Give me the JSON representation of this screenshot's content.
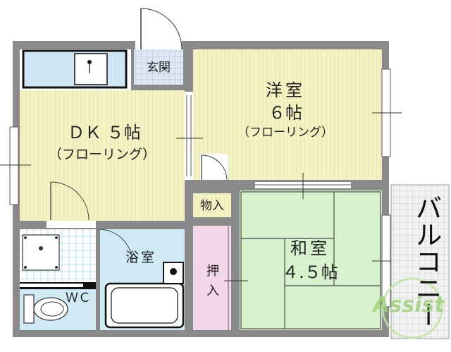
{
  "rooms": {
    "entrance": "玄関",
    "dk_title": "ＤＫ ５帖",
    "dk_floor": "（フローリング）",
    "western_title": "洋室",
    "western_size": "６帖",
    "western_floor": "（フローリング）",
    "storage": "物入",
    "closet_line1": "押",
    "closet_line2": "入",
    "bath": "浴室",
    "wc": "ＷＣ",
    "japanese_title": "和室",
    "japanese_size": "４.５帖",
    "balcony": "バルコニー"
  },
  "watermark": "Assist",
  "colors": {
    "wall": "#8a8a8a",
    "floor_wood": "#f4f2c2",
    "tatami": "#d6f2cc",
    "bath_tile": "#cfeaf5",
    "oshiire": "#f3d6ea",
    "entrance_tile": "#dde6f3",
    "balcony_grid": "#d0d0d0",
    "watermark": "#9ed27a"
  }
}
